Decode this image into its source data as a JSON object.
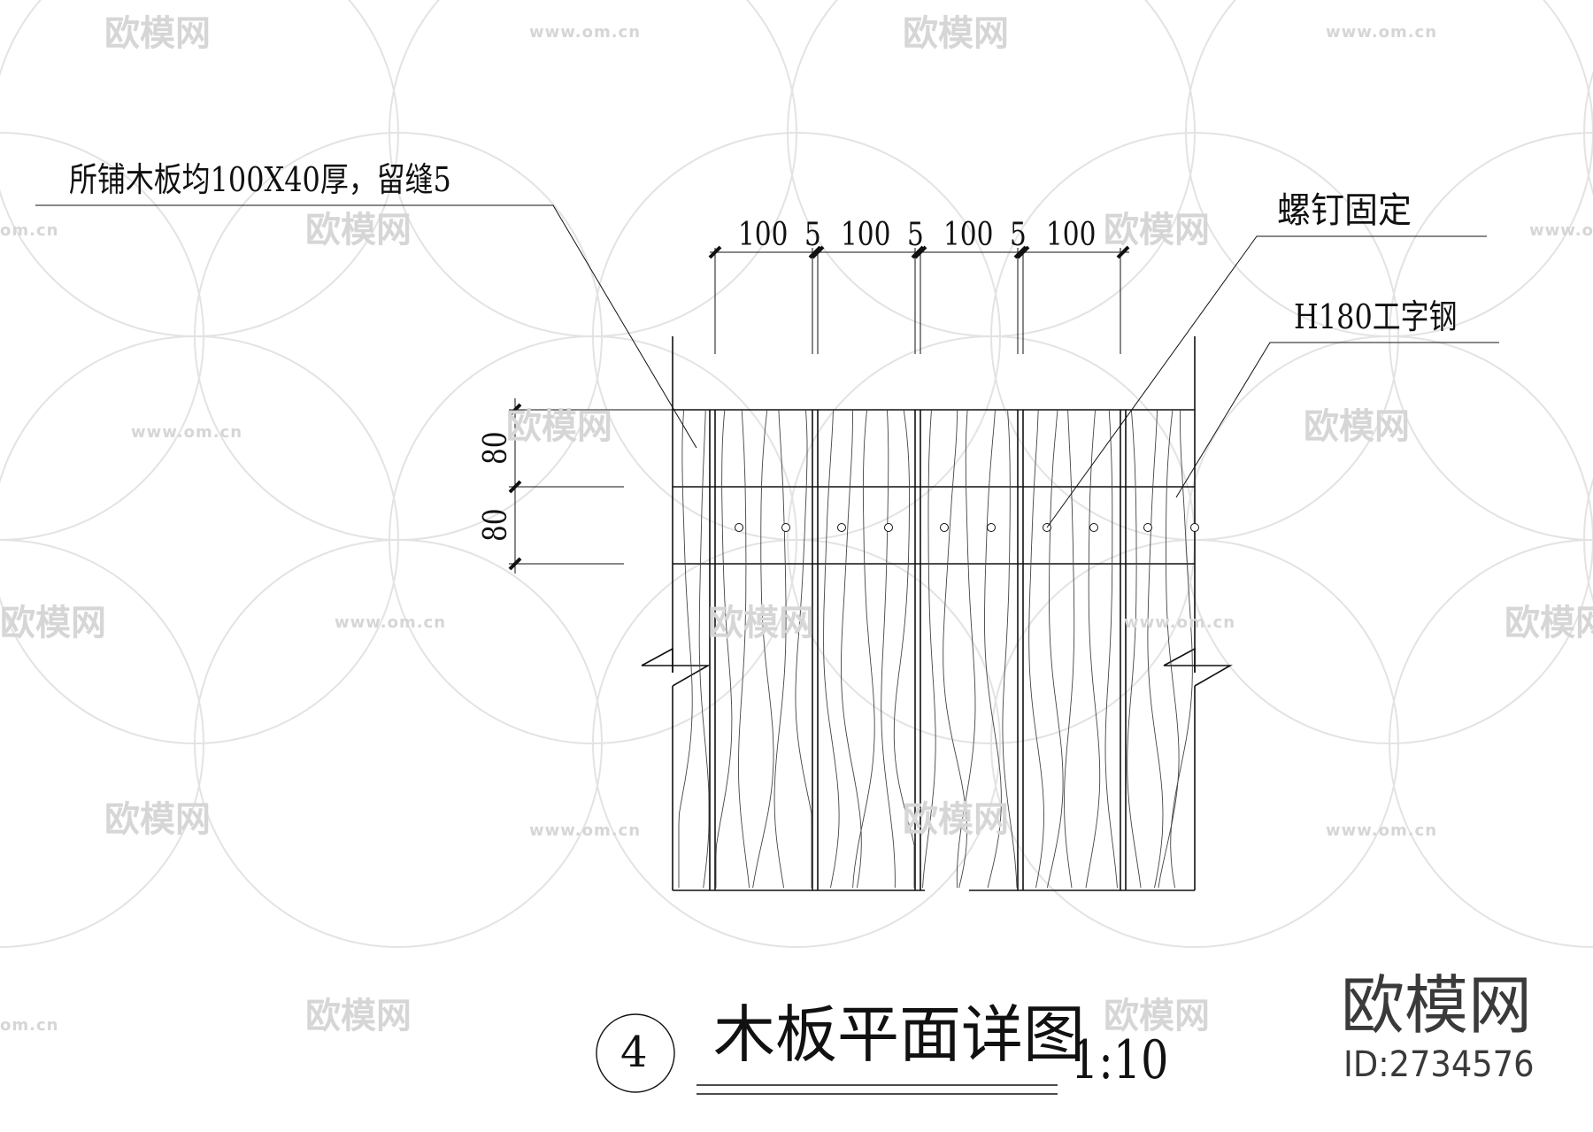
{
  "labels": {
    "board_spec": "所铺木板均100X40厚，留缝5",
    "screw_fix": "螺钉固定",
    "steel_beam": "H180工字钢"
  },
  "dimensions_top": [
    "100",
    "5",
    "100",
    "5",
    "100",
    "5",
    "100"
  ],
  "dimensions_left": [
    "80",
    "80"
  ],
  "title_block": {
    "number": "4",
    "title": "木板平面详图",
    "scale": "1:10"
  },
  "brand": {
    "logo": "欧模网",
    "id": "ID:2734576"
  },
  "watermark": {
    "logo": "欧模网",
    "url": "www.om.cn",
    "url_short": "om.cn"
  }
}
